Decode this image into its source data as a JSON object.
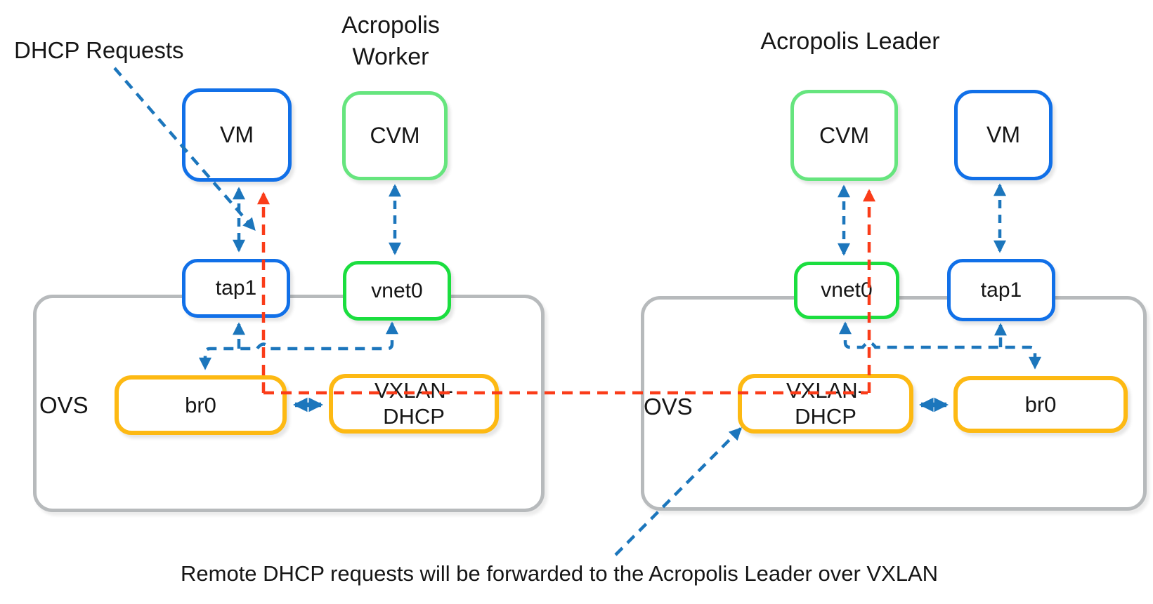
{
  "annotations": {
    "dhcp_requests": "DHCP Requests",
    "remote_caption": "Remote DHCP requests will be forwarded to the Acropolis Leader over VXLAN"
  },
  "hosts": {
    "worker": {
      "title": "Acropolis Worker",
      "vm": "VM",
      "cvm": "CVM",
      "tap": "tap1",
      "vnet": "vnet0",
      "ovs": "OVS",
      "br0": "br0",
      "vxlan_line1": "VXLAN-",
      "vxlan_line2": "DHCP"
    },
    "leader": {
      "title": "Acropolis Leader",
      "vm": "VM",
      "cvm": "CVM",
      "tap": "tap1",
      "vnet": "vnet0",
      "ovs": "OVS",
      "br0": "br0",
      "vxlan_line1": "VXLAN-",
      "vxlan_line2": "DHCP"
    }
  },
  "colors": {
    "vm_border_blue": "#1170E8",
    "cvm_border_green": "#66E57E",
    "vnet_border_green": "#1BDE3F",
    "bridge_border_orange": "#FDB913",
    "ovs_border_gray": "#B7BABC",
    "arrow_blue": "#1C76BC",
    "arrow_red": "#FA3C19"
  }
}
